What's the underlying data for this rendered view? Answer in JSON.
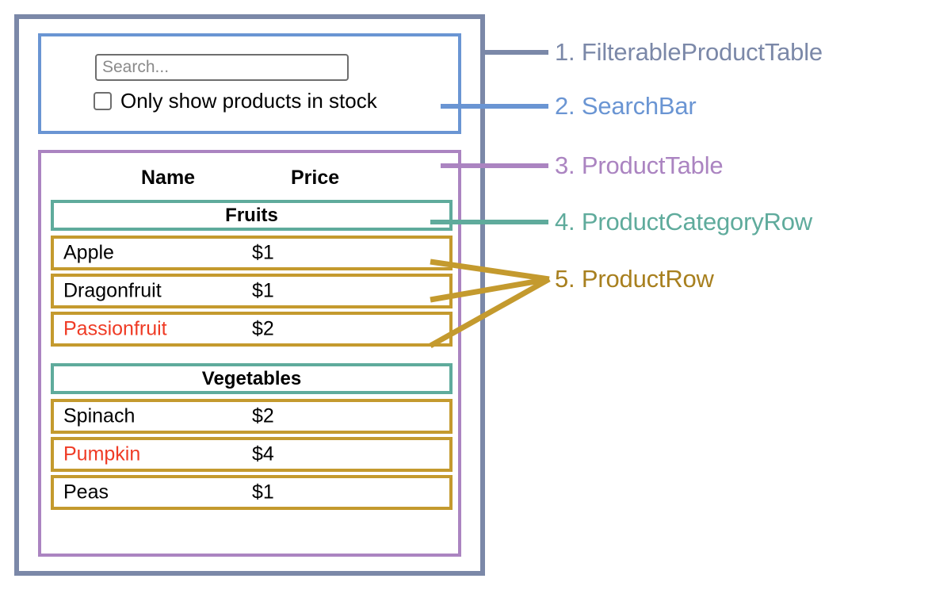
{
  "mock": {
    "search": {
      "placeholder": "Search...",
      "value": ""
    },
    "stock_filter": {
      "label": "Only show products in stock",
      "checked": false
    },
    "table": {
      "columns": [
        "Name",
        "Price"
      ],
      "groups": [
        {
          "category": "Fruits",
          "rows": [
            {
              "name": "Apple",
              "price": "$1",
              "in_stock": true
            },
            {
              "name": "Dragonfruit",
              "price": "$1",
              "in_stock": true
            },
            {
              "name": "Passionfruit",
              "price": "$2",
              "in_stock": false
            }
          ]
        },
        {
          "category": "Vegetables",
          "rows": [
            {
              "name": "Spinach",
              "price": "$2",
              "in_stock": true
            },
            {
              "name": "Pumpkin",
              "price": "$4",
              "in_stock": false
            },
            {
              "name": "Peas",
              "price": "$1",
              "in_stock": true
            }
          ]
        }
      ]
    }
  },
  "legend": {
    "items": [
      {
        "number": "1.",
        "name": "FilterableProductTable",
        "color": "#7b88a8"
      },
      {
        "number": "2.",
        "name": "SearchBar",
        "color": "#6a95d3"
      },
      {
        "number": "3.",
        "name": "ProductTable",
        "color": "#ab84c1"
      },
      {
        "number": "4.",
        "name": "ProductCategoryRow",
        "color": "#5fab9c"
      },
      {
        "number": "5.",
        "name": "ProductRow",
        "color": "#c49a2e"
      }
    ]
  },
  "colors": {
    "filterable_product_table": "#7b88a8",
    "search_bar": "#6a95d3",
    "product_table": "#ab84c1",
    "product_category_row": "#5fab9c",
    "product_row": "#c49a2e",
    "out_of_stock_text": "#ef3b25",
    "text": "#000000",
    "background": "#ffffff"
  }
}
